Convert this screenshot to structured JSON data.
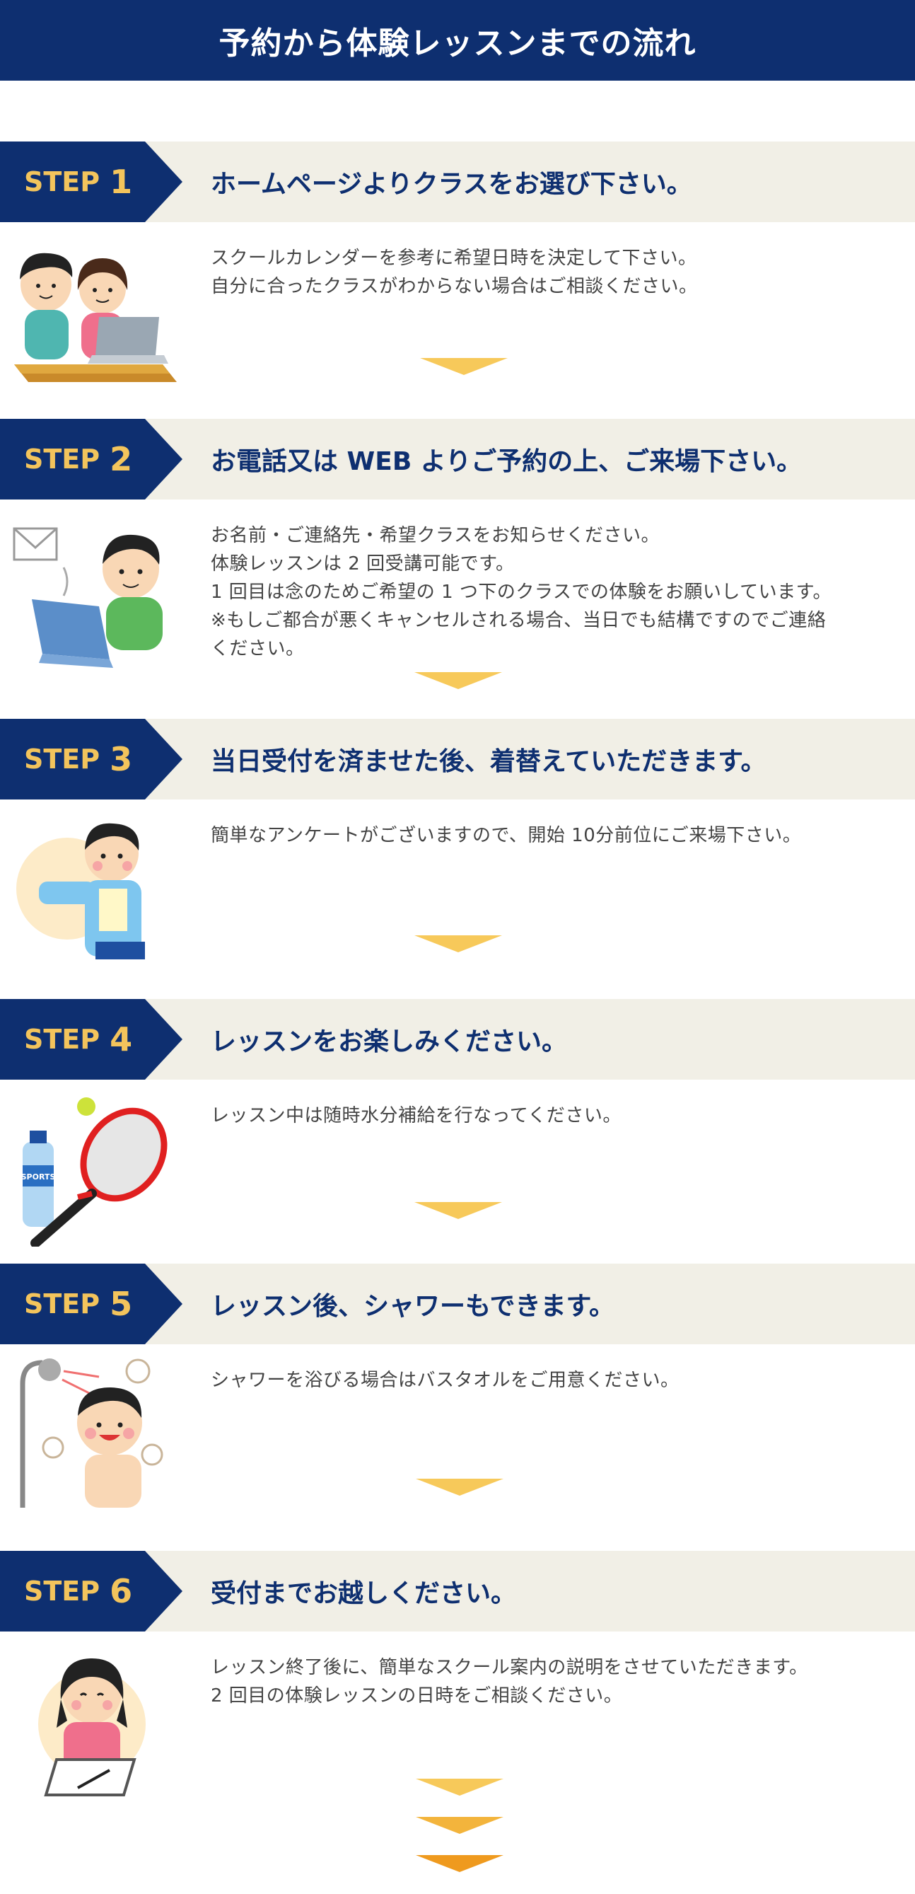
{
  "page_title": "予約から体験レッスンまでの流れ",
  "step_word": "STEP",
  "colors": {
    "navy": "#0e2f70",
    "gold": "#f3c45c",
    "beige": "#f1efe6",
    "arrow": "#f7c95a"
  },
  "steps": [
    {
      "num": "1",
      "title": "ホームページよりクラスをお選び下さい。",
      "lines": [
        "スクールカレンダーを参考に希望日時を決定して下さい。",
        "自分に合ったクラスがわからない場合はご相談ください。"
      ],
      "icon": "couple-laptop-icon"
    },
    {
      "num": "2",
      "title": "お電話又は WEB よりご予約の上、ご来場下さい。",
      "lines": [
        "お名前・ご連絡先・希望クラスをお知らせください。",
        "体験レッスンは 2 回受講可能です。",
        "1 回目は念のためご希望の 1 つ下のクラスでの体験をお願いしています。",
        "※もしご都合が悪くキャンセルされる場合、当日でも結構ですのでご連絡",
        "ください。"
      ],
      "icon": "boy-laptop-mail-icon"
    },
    {
      "num": "3",
      "title": "当日受付を済ませた後、着替えていただきます。",
      "lines": [
        "簡単なアンケートがございますので、開始 10分前位にご来場下さい。"
      ],
      "icon": "boy-changing-clothes-icon"
    },
    {
      "num": "4",
      "title": "レッスンをお楽しみください。",
      "lines": [
        "レッスン中は随時水分補給を行なってください。"
      ],
      "icon": "tennis-racket-bottle-icon",
      "bottle_label": "SPORTS"
    },
    {
      "num": "5",
      "title": "レッスン後、シャワーもできます。",
      "lines": [
        "シャワーを浴びる場合はバスタオルをご用意ください。"
      ],
      "icon": "boy-shower-icon"
    },
    {
      "num": "6",
      "title": "受付までお越しください。",
      "lines": [
        "レッスン終了後に、簡単なスクール案内の説明をさせていただきます。",
        "2 回目の体験レッスンの日時をご相談ください。"
      ],
      "icon": "girl-clipboard-icon"
    }
  ]
}
